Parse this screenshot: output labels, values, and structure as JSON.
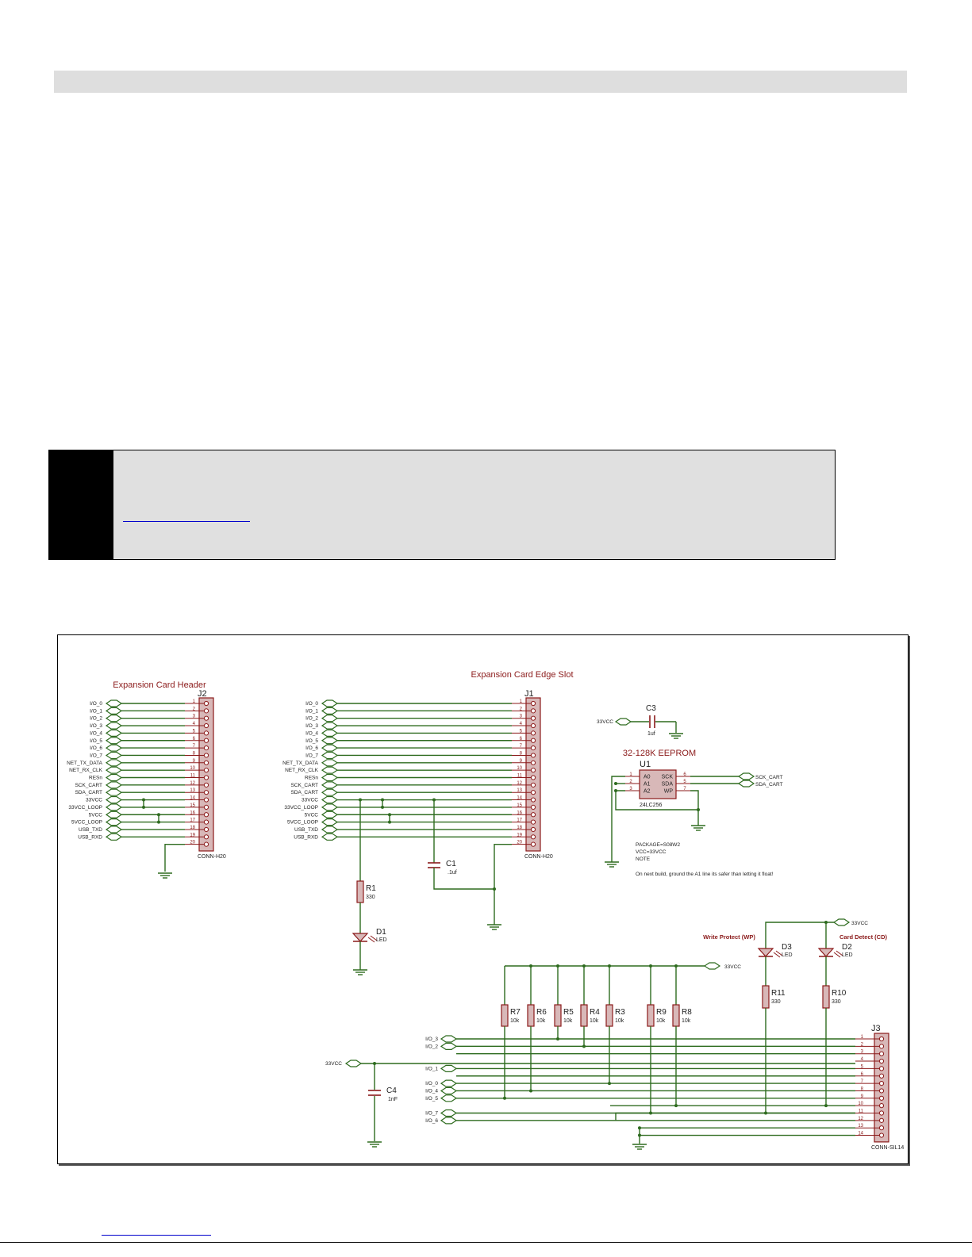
{
  "schematic": {
    "title_header": "Expansion Card Header",
    "title_slot": "Expansion Card Edge Slot",
    "eeprom_title": "32-128K EEPROM",
    "write_protect": "Write Protect (WP)",
    "card_detect": "Card Detect (CD)",
    "j2": {
      "ref": "J2",
      "part": "CONN-H20",
      "nets": [
        "I/O_0",
        "I/O_1",
        "I/O_2",
        "I/O_3",
        "I/O_4",
        "I/O_5",
        "I/O_6",
        "I/O_7",
        "NET_TX_DATA",
        "NET_RX_CLK",
        "RESn",
        "SCK_CART",
        "SDA_CART",
        "33VCC",
        "33VCC_LOOP",
        "5VCC",
        "5VCC_LOOP",
        "USB_TXD",
        "USB_RXD"
      ],
      "pins": [
        "1",
        "2",
        "3",
        "4",
        "5",
        "6",
        "7",
        "8",
        "9",
        "10",
        "11",
        "12",
        "13",
        "14",
        "15",
        "16",
        "17",
        "18",
        "19",
        "20"
      ]
    },
    "j1": {
      "ref": "J1",
      "part": "CONN-H20",
      "nets": [
        "I/O_0",
        "I/O_1",
        "I/O_2",
        "I/O_3",
        "I/O_4",
        "I/O_5",
        "I/O_6",
        "I/O_7",
        "NET_TX_DATA",
        "NET_RX_CLK",
        "RESn",
        "SCK_CART",
        "SDA_CART",
        "33VCC",
        "33VCC_LOOP",
        "5VCC",
        "5VCC_LOOP",
        "USB_TXD",
        "USB_RXD"
      ],
      "pins": [
        "1",
        "2",
        "3",
        "4",
        "5",
        "6",
        "7",
        "8",
        "9",
        "10",
        "11",
        "12",
        "13",
        "14",
        "15",
        "16",
        "17",
        "18",
        "19",
        "20"
      ]
    },
    "c3": {
      "ref": "C3",
      "value": "1uf",
      "net": "33VCC"
    },
    "u1": {
      "ref": "U1",
      "part": "24LC256",
      "pins_left": [
        "A0",
        "A1",
        "A2"
      ],
      "pins_right": [
        "SCK",
        "SDA",
        "WP"
      ],
      "pin_numbers_left": [
        "1",
        "2",
        "3"
      ],
      "pin_numbers_right": [
        "6",
        "5",
        "7"
      ],
      "nets": [
        "SCK_CART",
        "SDA_CART"
      ]
    },
    "notes": [
      "PACKAGE=S08W2",
      "VCC=33VCC",
      "NOTE",
      "On next build, ground the A1 line its safer than letting it float!"
    ],
    "c1": {
      "ref": "C1",
      "value": ".1uf"
    },
    "r1": {
      "ref": "R1",
      "value": "330"
    },
    "d1": {
      "ref": "D1",
      "value": "LED"
    },
    "d3": {
      "ref": "D3",
      "value": "LED"
    },
    "d2": {
      "ref": "D2",
      "value": "LED"
    },
    "r11": {
      "ref": "R11",
      "value": "330"
    },
    "r10": {
      "ref": "R10",
      "value": "330"
    },
    "vcc_net": "33VCC",
    "resistor_bank": [
      {
        "ref": "R7",
        "value": "10k"
      },
      {
        "ref": "R6",
        "value": "10k"
      },
      {
        "ref": "R5",
        "value": "10k"
      },
      {
        "ref": "R4",
        "value": "10k"
      },
      {
        "ref": "R3",
        "value": "10k"
      },
      {
        "ref": "R9",
        "value": "10k"
      },
      {
        "ref": "R8",
        "value": "10k"
      }
    ],
    "c4": {
      "ref": "C4",
      "value": "1nF"
    },
    "j3": {
      "ref": "J3",
      "part": "CONN-SIL14",
      "pins": [
        "1",
        "2",
        "3",
        "4",
        "5",
        "6",
        "7",
        "8",
        "9",
        "10",
        "11",
        "12",
        "13",
        "14"
      ],
      "nets": [
        {
          "label": "I/O_3",
          "pin": 1
        },
        {
          "label": "I/O_2",
          "pin": 2
        },
        {
          "label": "I/O_1",
          "pin": 5
        },
        {
          "label": "I/O_0",
          "pin": 7
        },
        {
          "label": "I/O_4",
          "pin": 8
        },
        {
          "label": "I/O_5",
          "pin": 9
        },
        {
          "label": "I/O_7",
          "pin": 11
        },
        {
          "label": "I/O_6",
          "pin": 12
        }
      ]
    },
    "colors": {
      "wire": "#2e6b1f",
      "part": "#8b1a1a",
      "body": "#d8b8b8",
      "text": "#222222",
      "ground": "#2e6b1f"
    }
  }
}
